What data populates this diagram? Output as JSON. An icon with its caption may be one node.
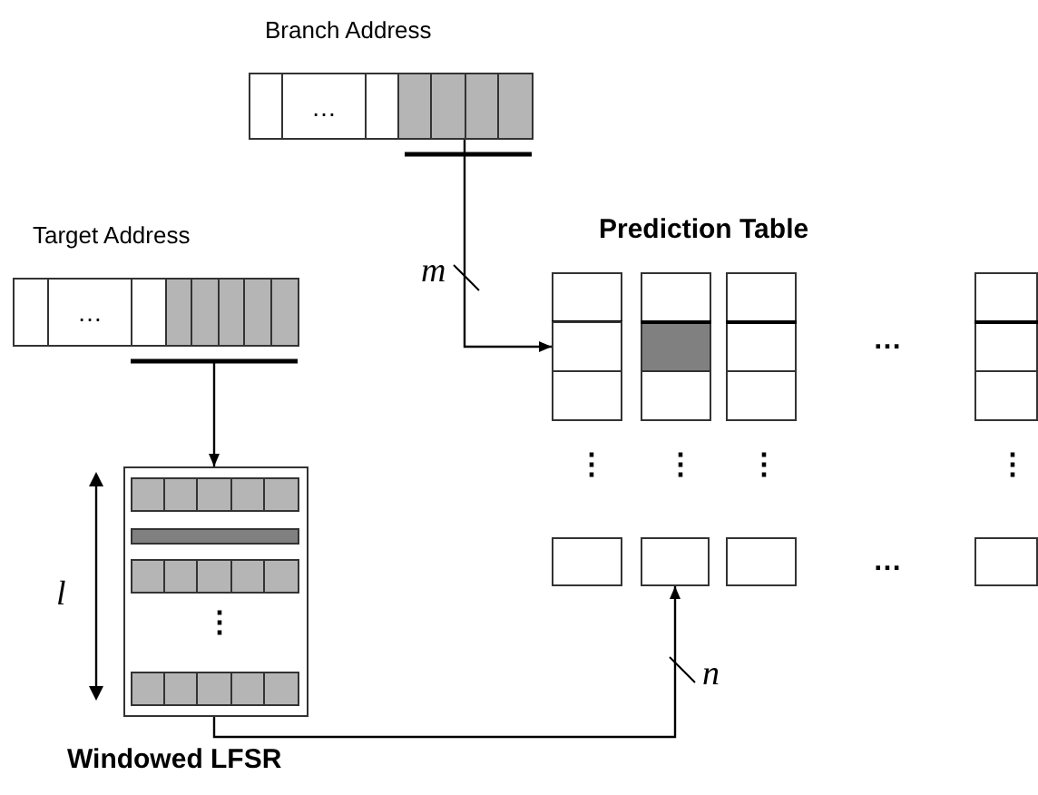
{
  "diagram": {
    "nodes": [
      {
        "text": [
          "Branch Address",
          "…"
        ]
      },
      {
        "text": [
          "Target Address",
          "…"
        ]
      },
      {
        "text": [
          "⋮",
          "Windowed LFSR"
        ]
      },
      {
        "text": [],
        "shape": "box"
      },
      {
        "text": [],
        "shape": "box"
      }
    ],
    "edges": [
      {
        "from": 0,
        "to": 3,
        "arrow": "to",
        "label": "m"
      },
      {
        "from": 1,
        "to": 2,
        "arrow": "to"
      },
      {
        "from": 2,
        "to": 4,
        "arrow": "to",
        "label": "n"
      }
    ],
    "labels": [
      "Prediction Table",
      "…",
      "⋮",
      "⋮",
      "⋮",
      "⋮",
      "…",
      "l"
    ]
  }
}
